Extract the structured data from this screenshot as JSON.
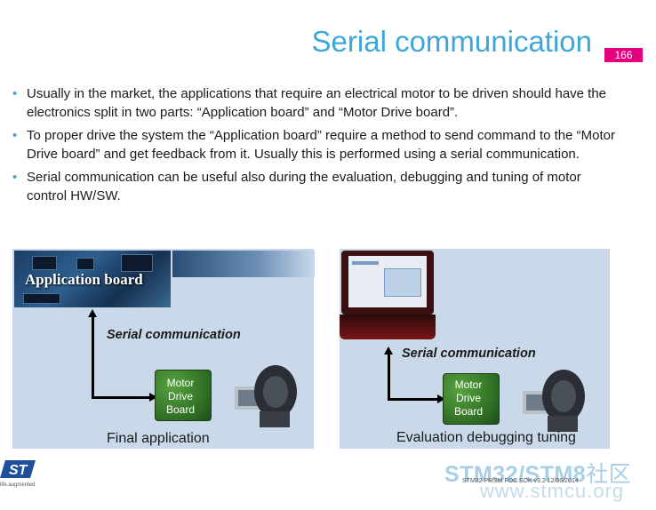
{
  "slide": {
    "title": "Serial communication",
    "page_number": "166"
  },
  "bullets": [
    "Usually in the market, the applications that require an electrical motor to be driven should have the electronics split in two parts: “Application board” and “Motor Drive board”.",
    "To proper drive the system the “Application board” require a method to send command to the “Motor Drive board” and get feedback from it. Usually this is performed using a serial communication.",
    "Serial communication can be useful also during the evaluation, debugging  and tuning of motor control HW/SW."
  ],
  "left_figure": {
    "board_label": "Application board",
    "link_label": "Serial communication",
    "motor_board_label": "Motor\nDrive\nBoard",
    "caption": "Final application"
  },
  "right_figure": {
    "link_label": "Serial communication",
    "motor_board_label": "Motor\nDrive\nBoard",
    "caption": "Evaluation debugging tuning"
  },
  "footer": {
    "logo_tagline": "life.augmented",
    "brand_main": "STM32/STM8",
    "brand_suffix": "社区",
    "meta": "STM32 PMSM FOC SDK v3.2   12/06/2014",
    "url": "www.stmcu.org"
  },
  "colors": {
    "title": "#3fa7d8",
    "badge": "#e4007c"
  }
}
